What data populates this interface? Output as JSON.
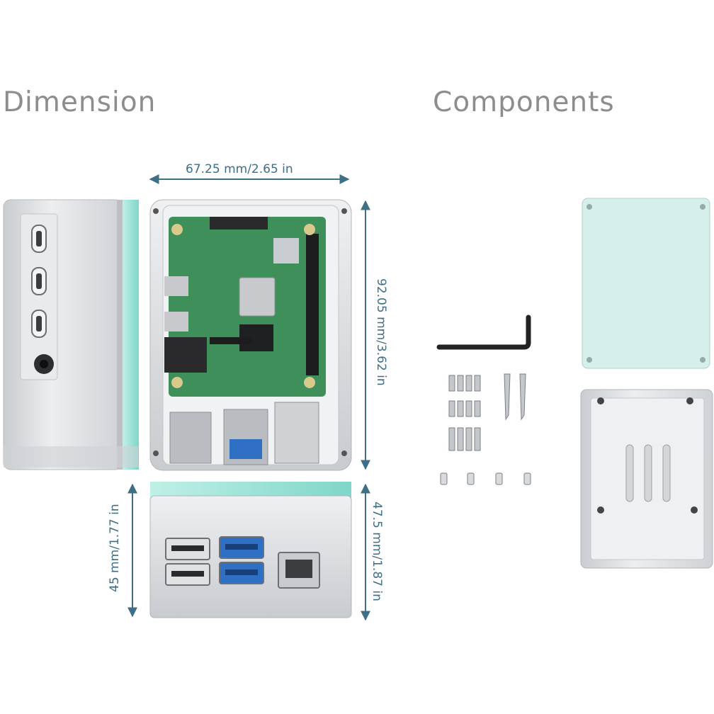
{
  "headings": {
    "dimension": "Dimension",
    "components": "Components"
  },
  "dimensions": {
    "width": "67.25 mm/2.65 in",
    "length": "92.05 mm/3.62 in",
    "height_left": "45 mm/1.77 in",
    "height_right": "47.5 mm/1.87 in"
  },
  "colors": {
    "heading": "#8d8d8d",
    "arrow": "#3f6f86",
    "aluminum": "#d9dbde",
    "acrylic": "#9fe3d8",
    "pcb": "#3f8f5a",
    "usb3_blue": "#2f6fc4"
  },
  "icons": [
    "double-headed-arrow",
    "usb-c-port",
    "audio-jack",
    "usb-port",
    "ethernet-port",
    "hex-key",
    "screw",
    "standoff"
  ]
}
